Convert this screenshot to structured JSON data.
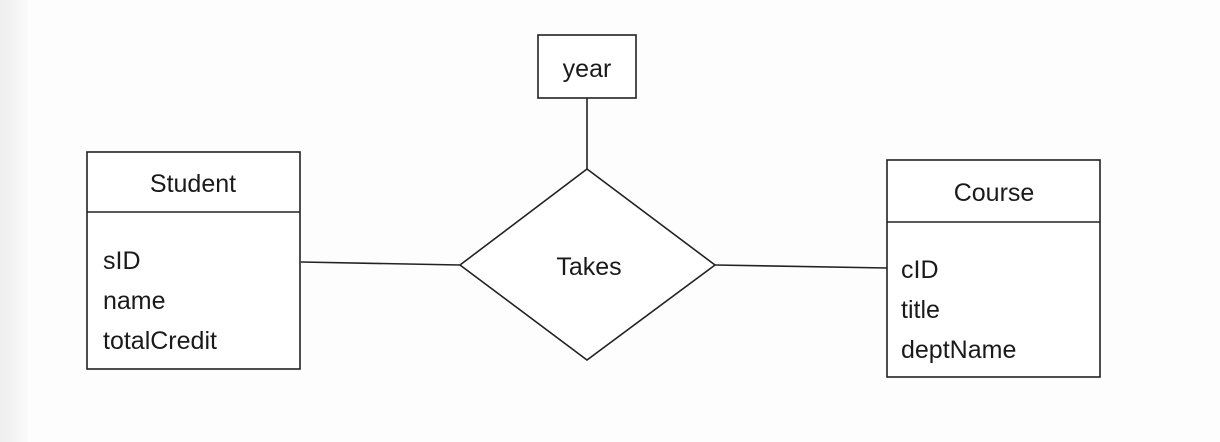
{
  "diagram": {
    "relationship": {
      "label": "Takes",
      "attribute": "year"
    },
    "student": {
      "title": "Student",
      "attributes": [
        "sID",
        "name",
        "totalCredit"
      ]
    },
    "course": {
      "title": "Course",
      "attributes": [
        "cID",
        "title",
        "deptName"
      ]
    }
  }
}
